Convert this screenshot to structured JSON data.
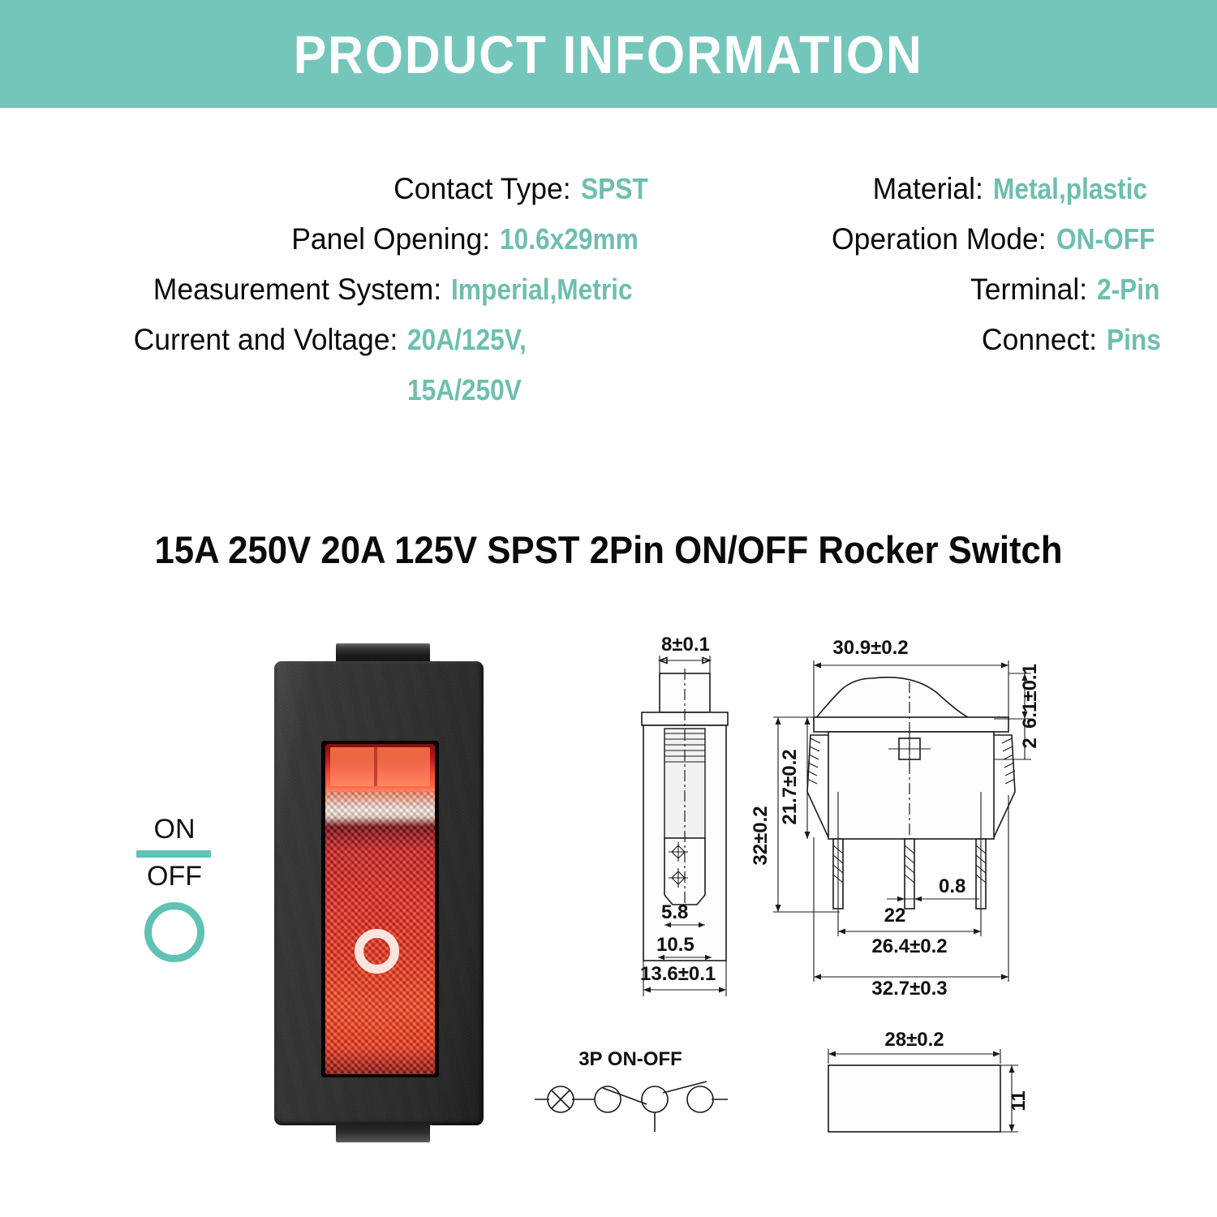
{
  "header": {
    "title": "PRODUCT INFORMATION",
    "background_color": "#74c6bb",
    "text_color": "#ffffff"
  },
  "theme": {
    "accent_teal": "#74c6bb",
    "value_teal": "#6dbfae",
    "label_black": "#0b0b0b",
    "switch_red": "#ef3220",
    "bezel_black": "#2b2b2b"
  },
  "specs": {
    "left_column": [
      {
        "label": "Contact Type:",
        "value": "SPST"
      },
      {
        "label": "Panel  Opening:",
        "value": "10.6x29mm"
      },
      {
        "label": "Measurement System:",
        "value": "Imperial,Metric"
      },
      {
        "label": "Current and Voltage:",
        "value": "20A/125V,",
        "value_line2": "15A/250V"
      }
    ],
    "right_column": [
      {
        "label": "Material:",
        "value": "Metal,plastic"
      },
      {
        "label": "Operation Mode:",
        "value": "ON-OFF"
      },
      {
        "label": "Terminal:",
        "value": "2-Pin"
      },
      {
        "label": "Connect:",
        "value": "Pins"
      }
    ]
  },
  "product_title": "15A 250V 20A 125V SPST 2Pin ON/OFF Rocker Switch",
  "onoff_legend": {
    "on_label": "ON",
    "off_label": "OFF",
    "on_symbol": "bar-icon",
    "off_symbol": "circle-icon"
  },
  "switch_photo": {
    "top_symbol": "circle-o-symbol",
    "bottom_symbol": "line-i-symbol",
    "alt": "Red illuminated rocker switch with black bezel"
  },
  "drawings": {
    "side_view": {
      "dim_top": "8±0.1",
      "dim_pin_width": "5.8",
      "dim_body_width": "10.5",
      "dim_overall_width": "13.6±0.1"
    },
    "front_view": {
      "dim_top_width": "30.9±0.2",
      "dim_cap_height": "6.1±0.1",
      "dim_flange": "2",
      "dim_overall_height": "32±0.2",
      "dim_body_height": "21.7±0.2",
      "dim_pin_thickness": "0.8",
      "dim_pin_pitch": "22",
      "dim_clip_span": "26.4±0.2",
      "dim_flange_width": "32.7±0.3"
    },
    "circuit": {
      "title": "3P  ON-OFF",
      "lamp_symbol": "lamp-x-icon",
      "terminal_count": 3
    },
    "cutout": {
      "dim_width": "28±0.2",
      "dim_height": "11"
    }
  }
}
